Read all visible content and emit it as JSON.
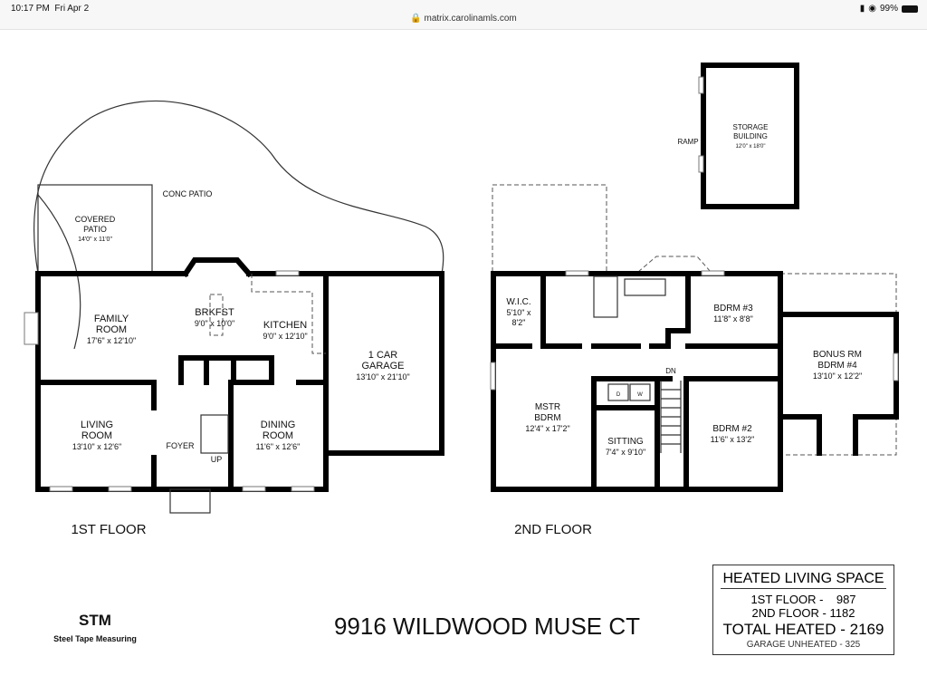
{
  "status_bar": {
    "time": "10:17 PM",
    "date": "Fri Apr 2",
    "url": "matrix.carolinamls.com",
    "battery": "99%"
  },
  "floor_plan": {
    "address": "9916 WILDWOOD MUSE CT",
    "company": "Steel Tape Measuring",
    "logo_text": "STM",
    "first_floor": {
      "label": "1ST FLOOR",
      "rooms": [
        {
          "name": "CONC PATIO",
          "line2": "",
          "size": ""
        },
        {
          "name": "COVERED",
          "line2": "PATIO",
          "size": "14'0\" x 11'0\""
        },
        {
          "name": "FAMILY",
          "line2": "ROOM",
          "size": "17'6\" x 12'10\""
        },
        {
          "name": "BRKFST",
          "line2": "",
          "size": "9'0\" x 10'0\""
        },
        {
          "name": "KITCHEN",
          "line2": "",
          "size": "9'0\" x 12'10\""
        },
        {
          "name": "1 CAR",
          "line2": "GARAGE",
          "size": "13'10\" x 21'10\""
        },
        {
          "name": "LIVING",
          "line2": "ROOM",
          "size": "13'10\" x 12'6\""
        },
        {
          "name": "DINING",
          "line2": "ROOM",
          "size": "11'6\" x 12'6\""
        },
        {
          "name": "FOYER",
          "line2": "",
          "size": ""
        },
        {
          "name": "UP",
          "line2": "",
          "size": ""
        }
      ]
    },
    "second_floor": {
      "label": "2ND FLOOR",
      "rooms": [
        {
          "name": "W.I.C.",
          "line2": "5'10\" x",
          "size": "8'2\""
        },
        {
          "name": "BDRM #3",
          "line2": "",
          "size": "11'8\" x 8'8\""
        },
        {
          "name": "BONUS RM",
          "line2": "BDRM #4",
          "size": "13'10\" x 12'2\""
        },
        {
          "name": "MSTR",
          "line2": "BDRM",
          "size": "12'4\" x 17'2\""
        },
        {
          "name": "SITTING",
          "line2": "",
          "size": "7'4\" x 9'10\""
        },
        {
          "name": "BDRM #2",
          "line2": "",
          "size": "11'6\" x 13'2\""
        },
        {
          "name": "DN",
          "line2": "",
          "size": ""
        },
        {
          "name": "D",
          "line2": "",
          "size": ""
        },
        {
          "name": "W",
          "line2": "",
          "size": ""
        }
      ]
    },
    "storage": {
      "name": "STORAGE",
      "line2": "BUILDING",
      "size": "12'0\" x 18'0\"",
      "ramp": "RAMP"
    },
    "summary": {
      "title": "HEATED LIVING SPACE",
      "first": "1ST FLOOR -    987",
      "second": "2ND FLOOR - 1182",
      "total": "TOTAL HEATED - 2169",
      "garage": "GARAGE UNHEATED - 325"
    }
  }
}
